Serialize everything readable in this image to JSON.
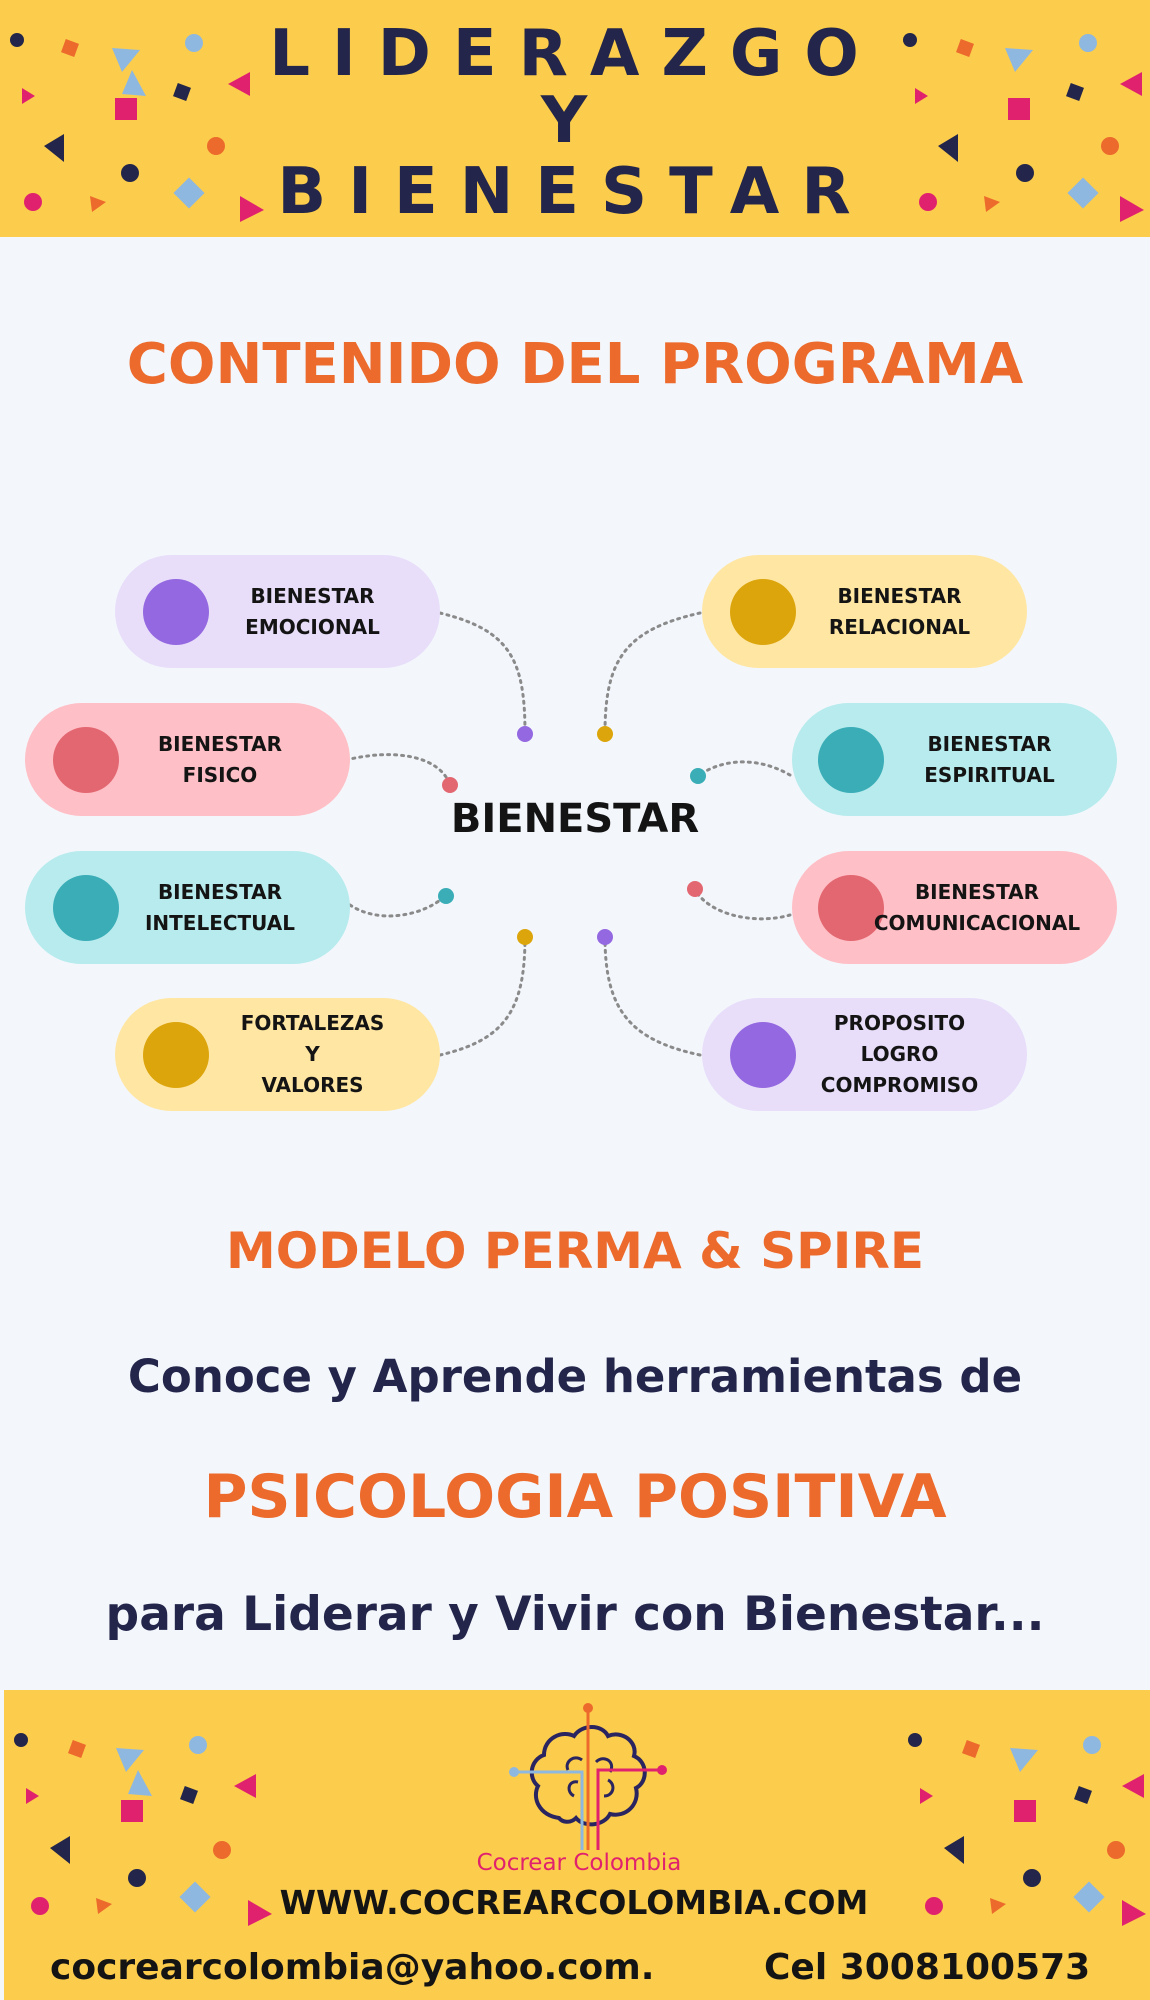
{
  "header": {
    "title_line1": "LIDERAZGO",
    "title_line2": "Y",
    "title_line3": "BIENESTAR"
  },
  "main": {
    "section_title": "CONTENIDO DEL PROGRAMA",
    "center_label": "BIENESTAR",
    "nodes": [
      {
        "label": "BIENESTAR\nEMOCIONAL",
        "pill_color": "#e8defa",
        "dot_color": "#9468e0"
      },
      {
        "label": "BIENESTAR\nRELACIONAL",
        "pill_color": "#ffe6a3",
        "dot_color": "#dca50b"
      },
      {
        "label": "BIENESTAR\nFISICO",
        "pill_color": "#ffbfc6",
        "dot_color": "#e36771"
      },
      {
        "label": "BIENESTAR\nESPIRITUAL",
        "pill_color": "#b7ebed",
        "dot_color": "#3aadb7"
      },
      {
        "label": "BIENESTAR\nINTELECTUAL",
        "pill_color": "#b7ebed",
        "dot_color": "#3aadb7"
      },
      {
        "label": "BIENESTAR\nCOMUNICACIONAL",
        "pill_color": "#ffbfc6",
        "dot_color": "#e36771"
      },
      {
        "label": "FORTALEZAS\nY\nVALORES",
        "pill_color": "#ffe6a3",
        "dot_color": "#dca50b"
      },
      {
        "label": "PROPOSITO\nLOGRO\nCOMPROMISO",
        "pill_color": "#e8defa",
        "dot_color": "#9468e0"
      }
    ],
    "model_title": "MODELO PERMA & SPIRE",
    "tagline_1": "Conoce y Aprende herramientas de",
    "tagline_2": "PSICOLOGIA POSITIVA",
    "tagline_3": "para  Liderar y Vivir con Bienestar..."
  },
  "footer": {
    "brand_name": "Cocrear Colombia",
    "website": "WWW.COCREARCOLOMBIA.COM",
    "email": "cocrearcolombia@yahoo.com.",
    "phone": "Cel  3008100573"
  },
  "colors": {
    "band": "#fccd4c",
    "navy": "#23264a",
    "orange": "#ec6a2c",
    "background": "#f3f7fc"
  },
  "icons": [
    "brain-logo-icon",
    "confetti-decoration"
  ]
}
